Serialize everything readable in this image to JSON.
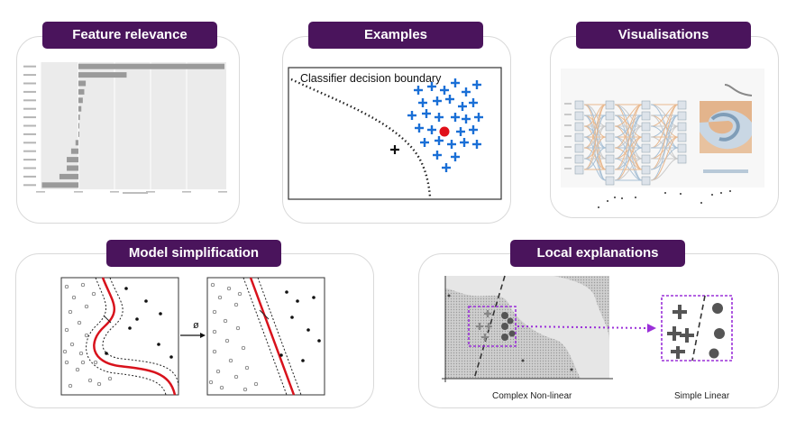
{
  "panels": {
    "feature_relevance": {
      "title": "Feature relevance"
    },
    "examples": {
      "title": "Examples",
      "figure_label": "Classifier decision boundary"
    },
    "visualisations": {
      "title": "Visualisations"
    },
    "model_simplification": {
      "title": "Model simplification",
      "arrow_symbol": "ø"
    },
    "local_explanations": {
      "title": "Local explanations",
      "caption_left": "Complex Non-linear",
      "caption_right": "Simple Linear"
    }
  },
  "colors": {
    "title_bg": "#4a145c",
    "plus_blue": "#1a6fd6",
    "point_red": "#e0101a",
    "dashed_purple": "#9b30d9",
    "bar_gray": "#9a9a9a"
  },
  "chart_data": {
    "type": "bar",
    "orientation": "horizontal",
    "values": [
      1.0,
      0.33,
      0.05,
      0.04,
      0.03,
      0.02,
      0.01,
      0.005,
      0.0,
      -0.02,
      -0.05,
      -0.08,
      -0.08,
      -0.13,
      -0.25
    ]
  }
}
